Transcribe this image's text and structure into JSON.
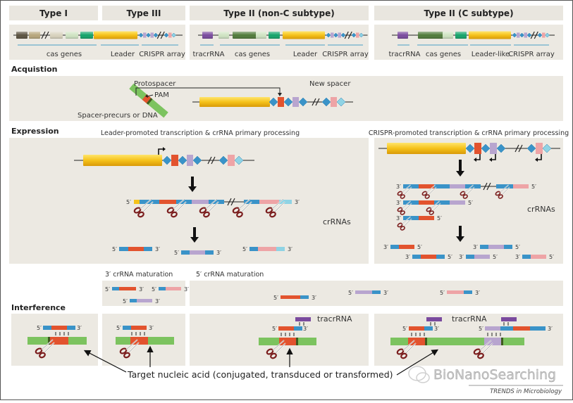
{
  "colors": {
    "panel_bg": "#ece9e2",
    "header_bg": "#e9e6df",
    "label_line": "#7fb7cf",
    "leader": "#f5c21a",
    "leader_dark": "#e0a10a",
    "repeat": "#3a93c8",
    "repeat_light": "#8fd3e4",
    "spacer_red": "#e2532e",
    "spacer_lilac": "#b8a5cf",
    "spacer_pink": "#eea4a6",
    "tracr_purple": "#7a4a9e",
    "green_target": "#7cc35f",
    "dark_green_pam": "#3f5a1f",
    "scissor_red": "#7b1e1e",
    "cas_dark_brown": "#5b5240",
    "cas_tan": "#b7a67c",
    "cas_beige": "#d8d2bd",
    "cas_pale_green": "#cfe3c2",
    "cas_green": "#14a36a",
    "cas_dark_green": "#4f7a3a"
  },
  "types": [
    {
      "title": "Type I",
      "labels": [
        "cas genes",
        "Leader",
        "CRISPR array"
      ]
    },
    {
      "title": "Type III"
    },
    {
      "title": "Type II (non-C subtype)",
      "labels": [
        "tracrRNA",
        "cas genes",
        "Leader",
        "CRISPR array"
      ]
    },
    {
      "title": "Type II (C subtype)",
      "labels": [
        "tracrRNA",
        "cas genes",
        "Leader-like",
        "CRISPR array"
      ]
    }
  ],
  "sections": {
    "acquisition": "Acquistion",
    "expression": "Expression",
    "interference": "Interference"
  },
  "acquisition": {
    "protospacer": "Protospacer",
    "pam": "PAM",
    "source": "Spacer-precurs or DNA",
    "new_spacer": "New spacer"
  },
  "expression": {
    "left_title": "Leader-promoted transcription & crRNA primary processing",
    "right_title": "CRISPR-promoted transcription & crRNA primary processing",
    "crrnas": "crRNAs",
    "five": "5′",
    "three": "3′"
  },
  "maturation": {
    "three_prime": "3′ crRNA maturation",
    "five_prime": "5′ crRNA maturation"
  },
  "interference": {
    "tracrrna": "tracrRNA",
    "target_caption": "Target nucleic acid (conjugated, transduced or transformed)"
  },
  "watermark": "BioNanoSearching",
  "credit": "TRENDS in Microbiology"
}
